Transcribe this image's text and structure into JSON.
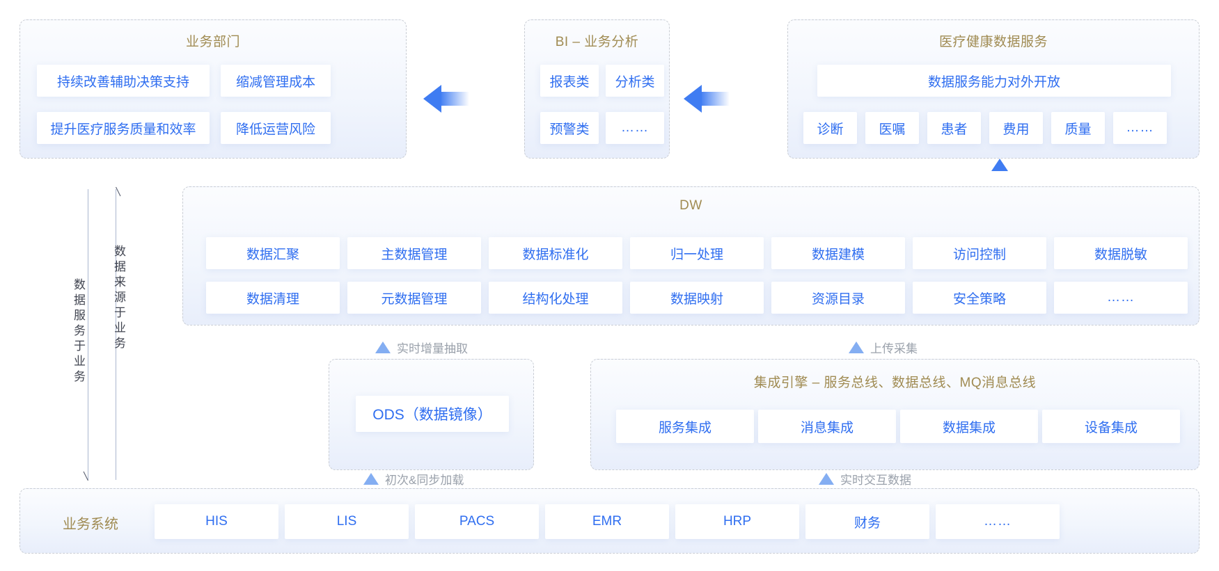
{
  "panels": {
    "business_dept": {
      "title": "业务部门",
      "items": [
        "持续改善辅助决策支持",
        "缩减管理成本",
        "提升医疗服务质量和效率",
        "降低运营风险"
      ]
    },
    "bi": {
      "title": "BI – 业务分析",
      "items": [
        "报表类",
        "分析类",
        "预警类",
        "……"
      ]
    },
    "health_data_service": {
      "title": "医疗健康数据服务",
      "headline": "数据服务能力对外开放",
      "items": [
        "诊断",
        "医嘱",
        "患者",
        "费用",
        "质量",
        "……"
      ]
    },
    "dw": {
      "title": "DW",
      "row1": [
        "数据汇聚",
        "主数据管理",
        "数据标准化",
        "归一处理",
        "数据建模",
        "访问控制",
        "数据脱敏"
      ],
      "row2": [
        "数据清理",
        "元数据管理",
        "结构化处理",
        "数据映射",
        "资源目录",
        "安全策略",
        "……"
      ]
    },
    "ods": {
      "label": "ODS（数据镜像）"
    },
    "integration": {
      "title": "集成引擎 – 服务总线、数据总线、MQ消息总线",
      "items": [
        "服务集成",
        "消息集成",
        "数据集成",
        "设备集成"
      ]
    },
    "business_systems": {
      "label": "业务系统",
      "items": [
        "HIS",
        "LIS",
        "PACS",
        "EMR",
        "HRP",
        "财务",
        "……"
      ]
    }
  },
  "annotations": {
    "realtime_incremental": "实时增量抽取",
    "upload_collect": "上传采集",
    "initial_sync_load": "初次&同步加载",
    "realtime_interactive": "实时交互数据"
  },
  "side_labels": {
    "service_for_business": "数据服务于业务",
    "source_from_business": "数据来源于业务"
  },
  "colors": {
    "chip_text": "#2f6ef0",
    "panel_title": "#a08b52",
    "arrow": "#3f7cf2",
    "annotation_text": "#9aa1ab",
    "panel_border": "#c9cdd4"
  }
}
